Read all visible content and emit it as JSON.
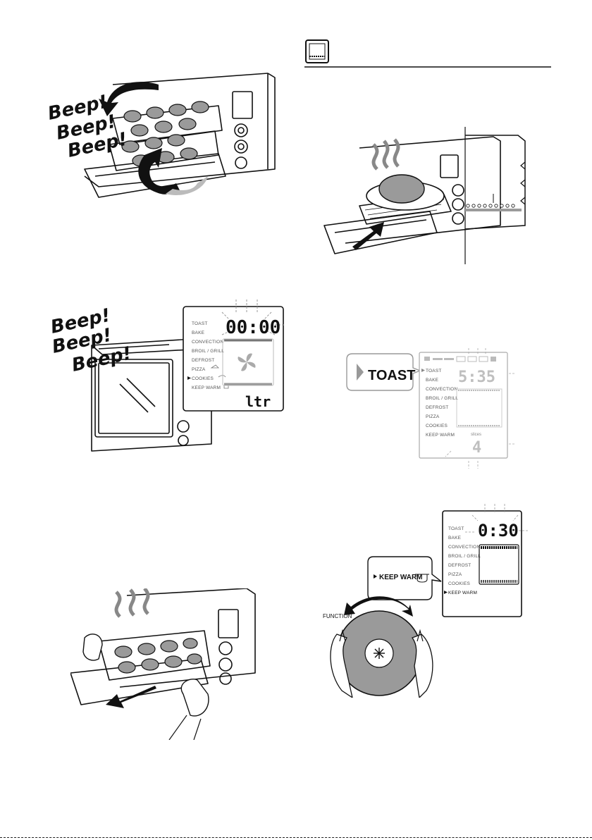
{
  "header_icon": "grid-section-icon",
  "panel1": {
    "beeps": [
      "Beep!",
      "Beep!",
      "Beep!"
    ]
  },
  "panel3": {
    "beeps": [
      "Beep!",
      "Beep!",
      "Beep!"
    ],
    "display_time": "00:00",
    "menu": [
      "TOAST",
      "BAKE",
      "CONVECTION",
      "BROIL / GRILL",
      "DEFROST",
      "PIZZA",
      "COOKIES",
      "KEEP WARM"
    ],
    "selected": "COOKIES",
    "bottom_code": "ltr"
  },
  "panel4": {
    "callout": "TOAST",
    "display_time": "5:35",
    "menu": [
      "TOAST",
      "BAKE",
      "CONVECTION",
      "BROIL / GRILL",
      "DEFROST",
      "PIZZA",
      "COOKIES",
      "KEEP WARM"
    ],
    "selected": "TOAST",
    "slices_label": "slices",
    "slices_value": "4"
  },
  "panel6": {
    "callout": "KEEP WARM",
    "display_time": "0:30",
    "menu": [
      "TOAST",
      "BAKE",
      "CONVECTION",
      "BROIL / GRILL",
      "DEFROST",
      "PIZZA",
      "COOKIES",
      "KEEP WARM"
    ],
    "selected": "KEEP WARM",
    "knob_label": "FUNCTION"
  },
  "colors": {
    "ink": "#111111",
    "grey": "#9a9a9a",
    "light_grey": "#cfcfcf",
    "dark_grey": "#6e6e6e"
  }
}
